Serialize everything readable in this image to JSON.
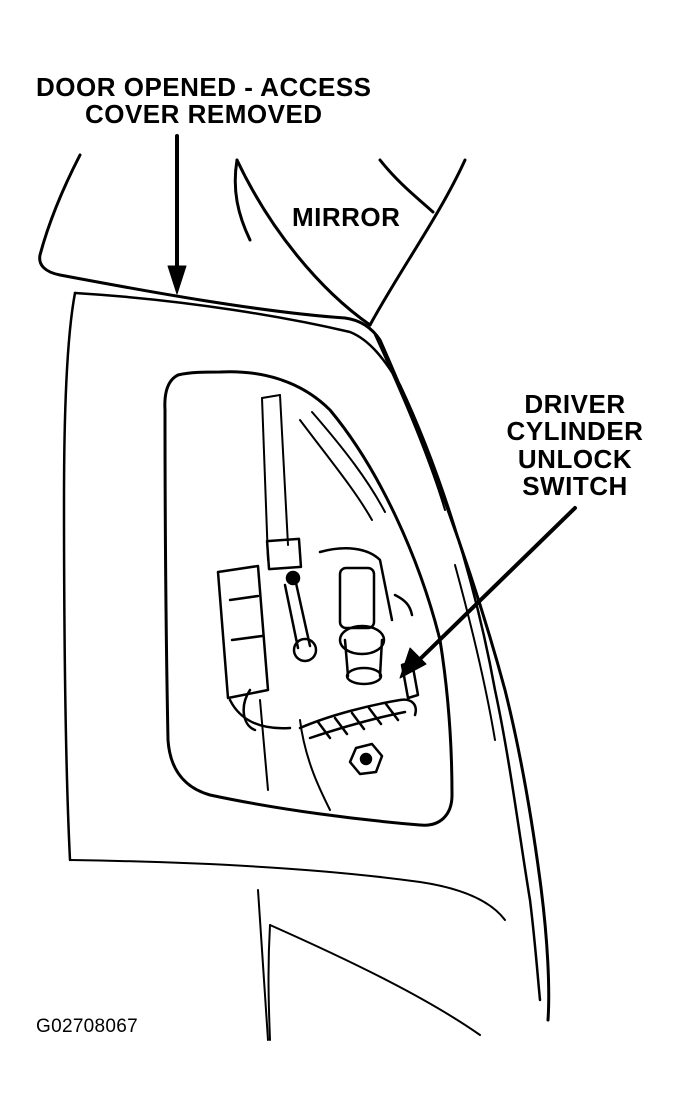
{
  "labels": {
    "door_line1": "DOOR OPENED - ACCESS",
    "door_line2": "COVER REMOVED",
    "mirror": "MIRROR",
    "switch_line1": "DRIVER",
    "switch_line2": "CYLINDER",
    "switch_line3": "UNLOCK",
    "switch_line4": "SWITCH"
  },
  "figure_id": "G02708067",
  "colors": {
    "ink": "#000000",
    "paper": "#ffffff"
  }
}
